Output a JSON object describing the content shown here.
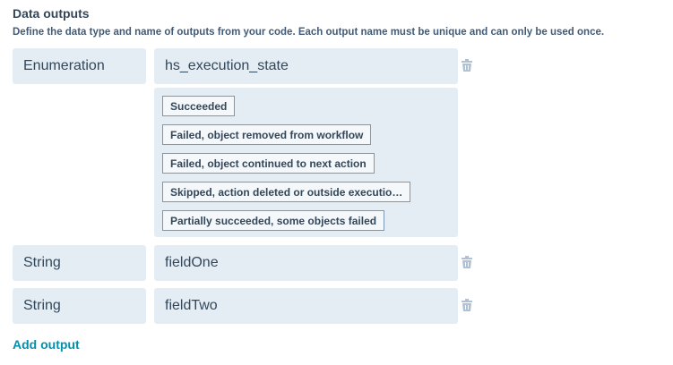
{
  "section": {
    "title": "Data outputs",
    "description": "Define the data type and name of outputs from your code. Each output name must be unique and can only be used once."
  },
  "outputs": [
    {
      "type": "Enumeration",
      "name": "hs_execution_state",
      "options": [
        "Succeeded",
        "Failed, object removed from workflow",
        "Failed, object continued to next action",
        "Skipped, action deleted or outside executio…",
        "Partially succeeded, some objects failed"
      ]
    },
    {
      "type": "String",
      "name": "fieldOne"
    },
    {
      "type": "String",
      "name": "fieldTwo"
    }
  ],
  "add_output_label": "Add output",
  "colors": {
    "field_bg": "#e5edf4",
    "text": "#33475b",
    "link": "#0091ae",
    "trash": "#b0c1d4",
    "tag_border": "#7c98b6"
  }
}
